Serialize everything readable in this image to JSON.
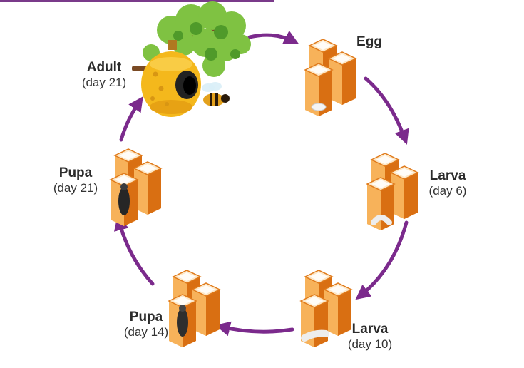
{
  "diagram": {
    "accent_color": "#7b2a8c",
    "honeycomb_color": "#f08a24",
    "stages": [
      {
        "id": "adult",
        "name": "Adult",
        "day": "(day 21)",
        "icon": "beehive-icon"
      },
      {
        "id": "egg",
        "name": "Egg",
        "day": "",
        "icon": "honeycomb-egg-icon"
      },
      {
        "id": "larva6",
        "name": "Larva",
        "day": "(day 6)",
        "icon": "honeycomb-larva-icon"
      },
      {
        "id": "larva10",
        "name": "Larva",
        "day": "(day 10)",
        "icon": "honeycomb-larva-icon"
      },
      {
        "id": "pupa14",
        "name": "Pupa",
        "day": "(day 14)",
        "icon": "honeycomb-pupa-icon"
      },
      {
        "id": "pupa21",
        "name": "Pupa",
        "day": "(day 21)",
        "icon": "honeycomb-pupa-icon"
      }
    ]
  }
}
